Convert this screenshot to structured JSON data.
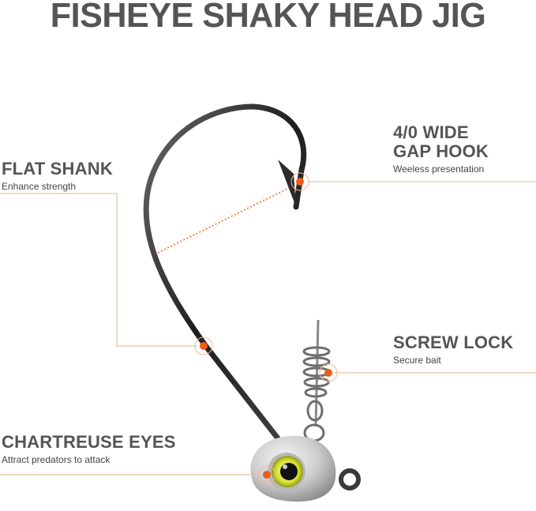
{
  "title": "FISHEYE SHAKY HEAD JIG",
  "callouts": {
    "hook": {
      "heading_line1": "4/0 WIDE",
      "heading_line2": "GAP HOOK",
      "sub": "Weeless presentation"
    },
    "shank": {
      "heading": "FLAT SHANK",
      "sub": "Enhance strength"
    },
    "screw": {
      "heading": "SCREW LOCK",
      "sub": "Secure bait"
    },
    "eyes": {
      "heading": "CHARTREUSE EYES",
      "sub": "Attract predators to attack"
    }
  },
  "colors": {
    "accent": "#f05a1a",
    "leader": "#e0b48a",
    "text": "#555555",
    "hook": "#2b2b2b",
    "eye": "#d8e23a"
  }
}
